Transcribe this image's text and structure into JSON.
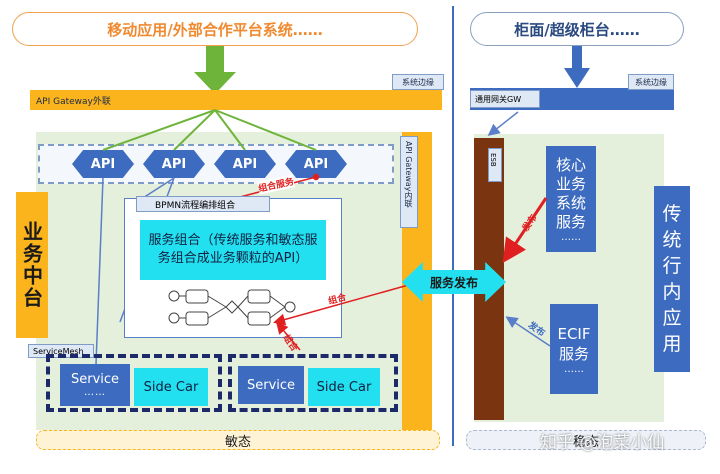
{
  "left": {
    "top_pill": "移动应用/外部合作平台系统……",
    "gateway_outer": "API Gateway外联",
    "system_edge": "系统边缘",
    "gateway_inner": "API Gateway内联",
    "middle_platform": "业务中台",
    "apis": [
      "API",
      "API",
      "API",
      "API"
    ],
    "combo_service_tag": "组合服务",
    "bpmn_title": "BPMN流程编排组合",
    "service_combo_text": "服务组合（传统服务和敏态服务组合成业务颗粒的API）",
    "service_mesh": "ServiceMesh",
    "service1": "Service",
    "service1_dots": "……",
    "sidecar1": "Side Car",
    "service2": "Service",
    "sidecar2": "Side Car",
    "combo_label1": "组合",
    "combo_label2": "组合",
    "bottom_label": "敏态"
  },
  "center": {
    "service_publish": "服务发布"
  },
  "right": {
    "top_pill": "柜面/超级柜台……",
    "general_gw": "通用网关GW",
    "system_edge": "系统边缘",
    "esb": "ESB",
    "core_service": "核心业务系统服务",
    "core_dots": "……",
    "publish1": "发布",
    "ecif_service": "ECIF服务",
    "ecif_dots": "……",
    "publish2": "发布",
    "traditional": "传统行内应用",
    "bottom_label": "稳态",
    "watermark": "知乎 @泡菜小仙"
  },
  "colors": {
    "orange": "#fbb41c",
    "blue": "#3d6bbf",
    "cyan": "#23e0f0",
    "green_bg": "#e4efdc",
    "esb_brown": "#7a3510",
    "red": "#e02020"
  }
}
